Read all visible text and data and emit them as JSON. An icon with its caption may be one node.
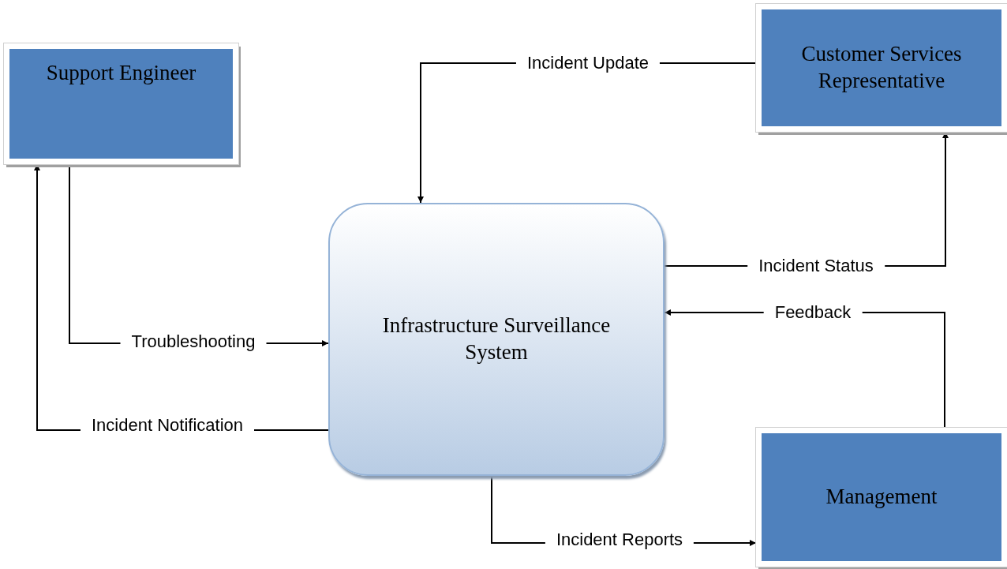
{
  "diagram": {
    "nodes": [
      {
        "text": [
          "Support Engineer"
        ]
      },
      {
        "text": [
          "Customer Services Representative"
        ]
      },
      {
        "text": [
          "Infrastructure Surveillance System"
        ]
      },
      {
        "text": [
          "Management"
        ]
      }
    ],
    "edges": [
      {
        "from": 1,
        "to": 2,
        "arrow": "to",
        "label": "Incident Update"
      },
      {
        "from": 2,
        "to": 1,
        "arrow": "to",
        "label": "Incident Status"
      },
      {
        "from": 3,
        "to": 2,
        "arrow": "to",
        "label": "Feedback"
      },
      {
        "from": 2,
        "to": 3,
        "arrow": "to",
        "label": "Incident Reports"
      },
      {
        "from": 0,
        "to": 2,
        "arrow": "to",
        "label": "Troubleshooting"
      },
      {
        "from": 2,
        "to": 0,
        "arrow": "to",
        "label": "Incident Notification"
      }
    ]
  }
}
